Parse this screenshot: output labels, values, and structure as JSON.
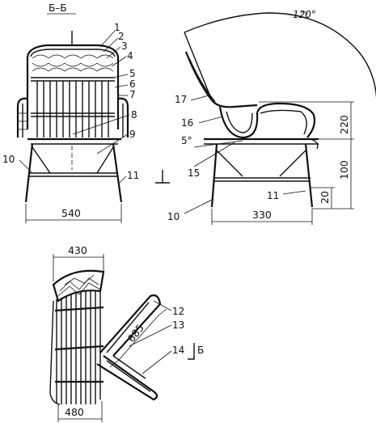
{
  "section": {
    "label": "Б–Б"
  },
  "parts": {
    "p1": "1",
    "p2": "2",
    "p3": "3",
    "p4": "4",
    "p5": "5",
    "p6": "6",
    "p7": "7",
    "p8": "8",
    "p9": "9",
    "p10": "10",
    "p11": "11",
    "p12": "12",
    "p13": "13",
    "p14": "14",
    "p15": "15",
    "p16": "16",
    "p17": "17",
    "p10b": "10",
    "p11b": "11"
  },
  "dimensions": {
    "front_width": "540",
    "side_depth": "330",
    "side_h220": "220",
    "side_h100": "100",
    "side_h20": "20",
    "top_width_back": "430",
    "top_width_front": "480",
    "top_diag": "685"
  },
  "angles": {
    "back_swing": "120°",
    "seat_tilt": "5°"
  },
  "section_mark": {
    "label": "Б"
  }
}
